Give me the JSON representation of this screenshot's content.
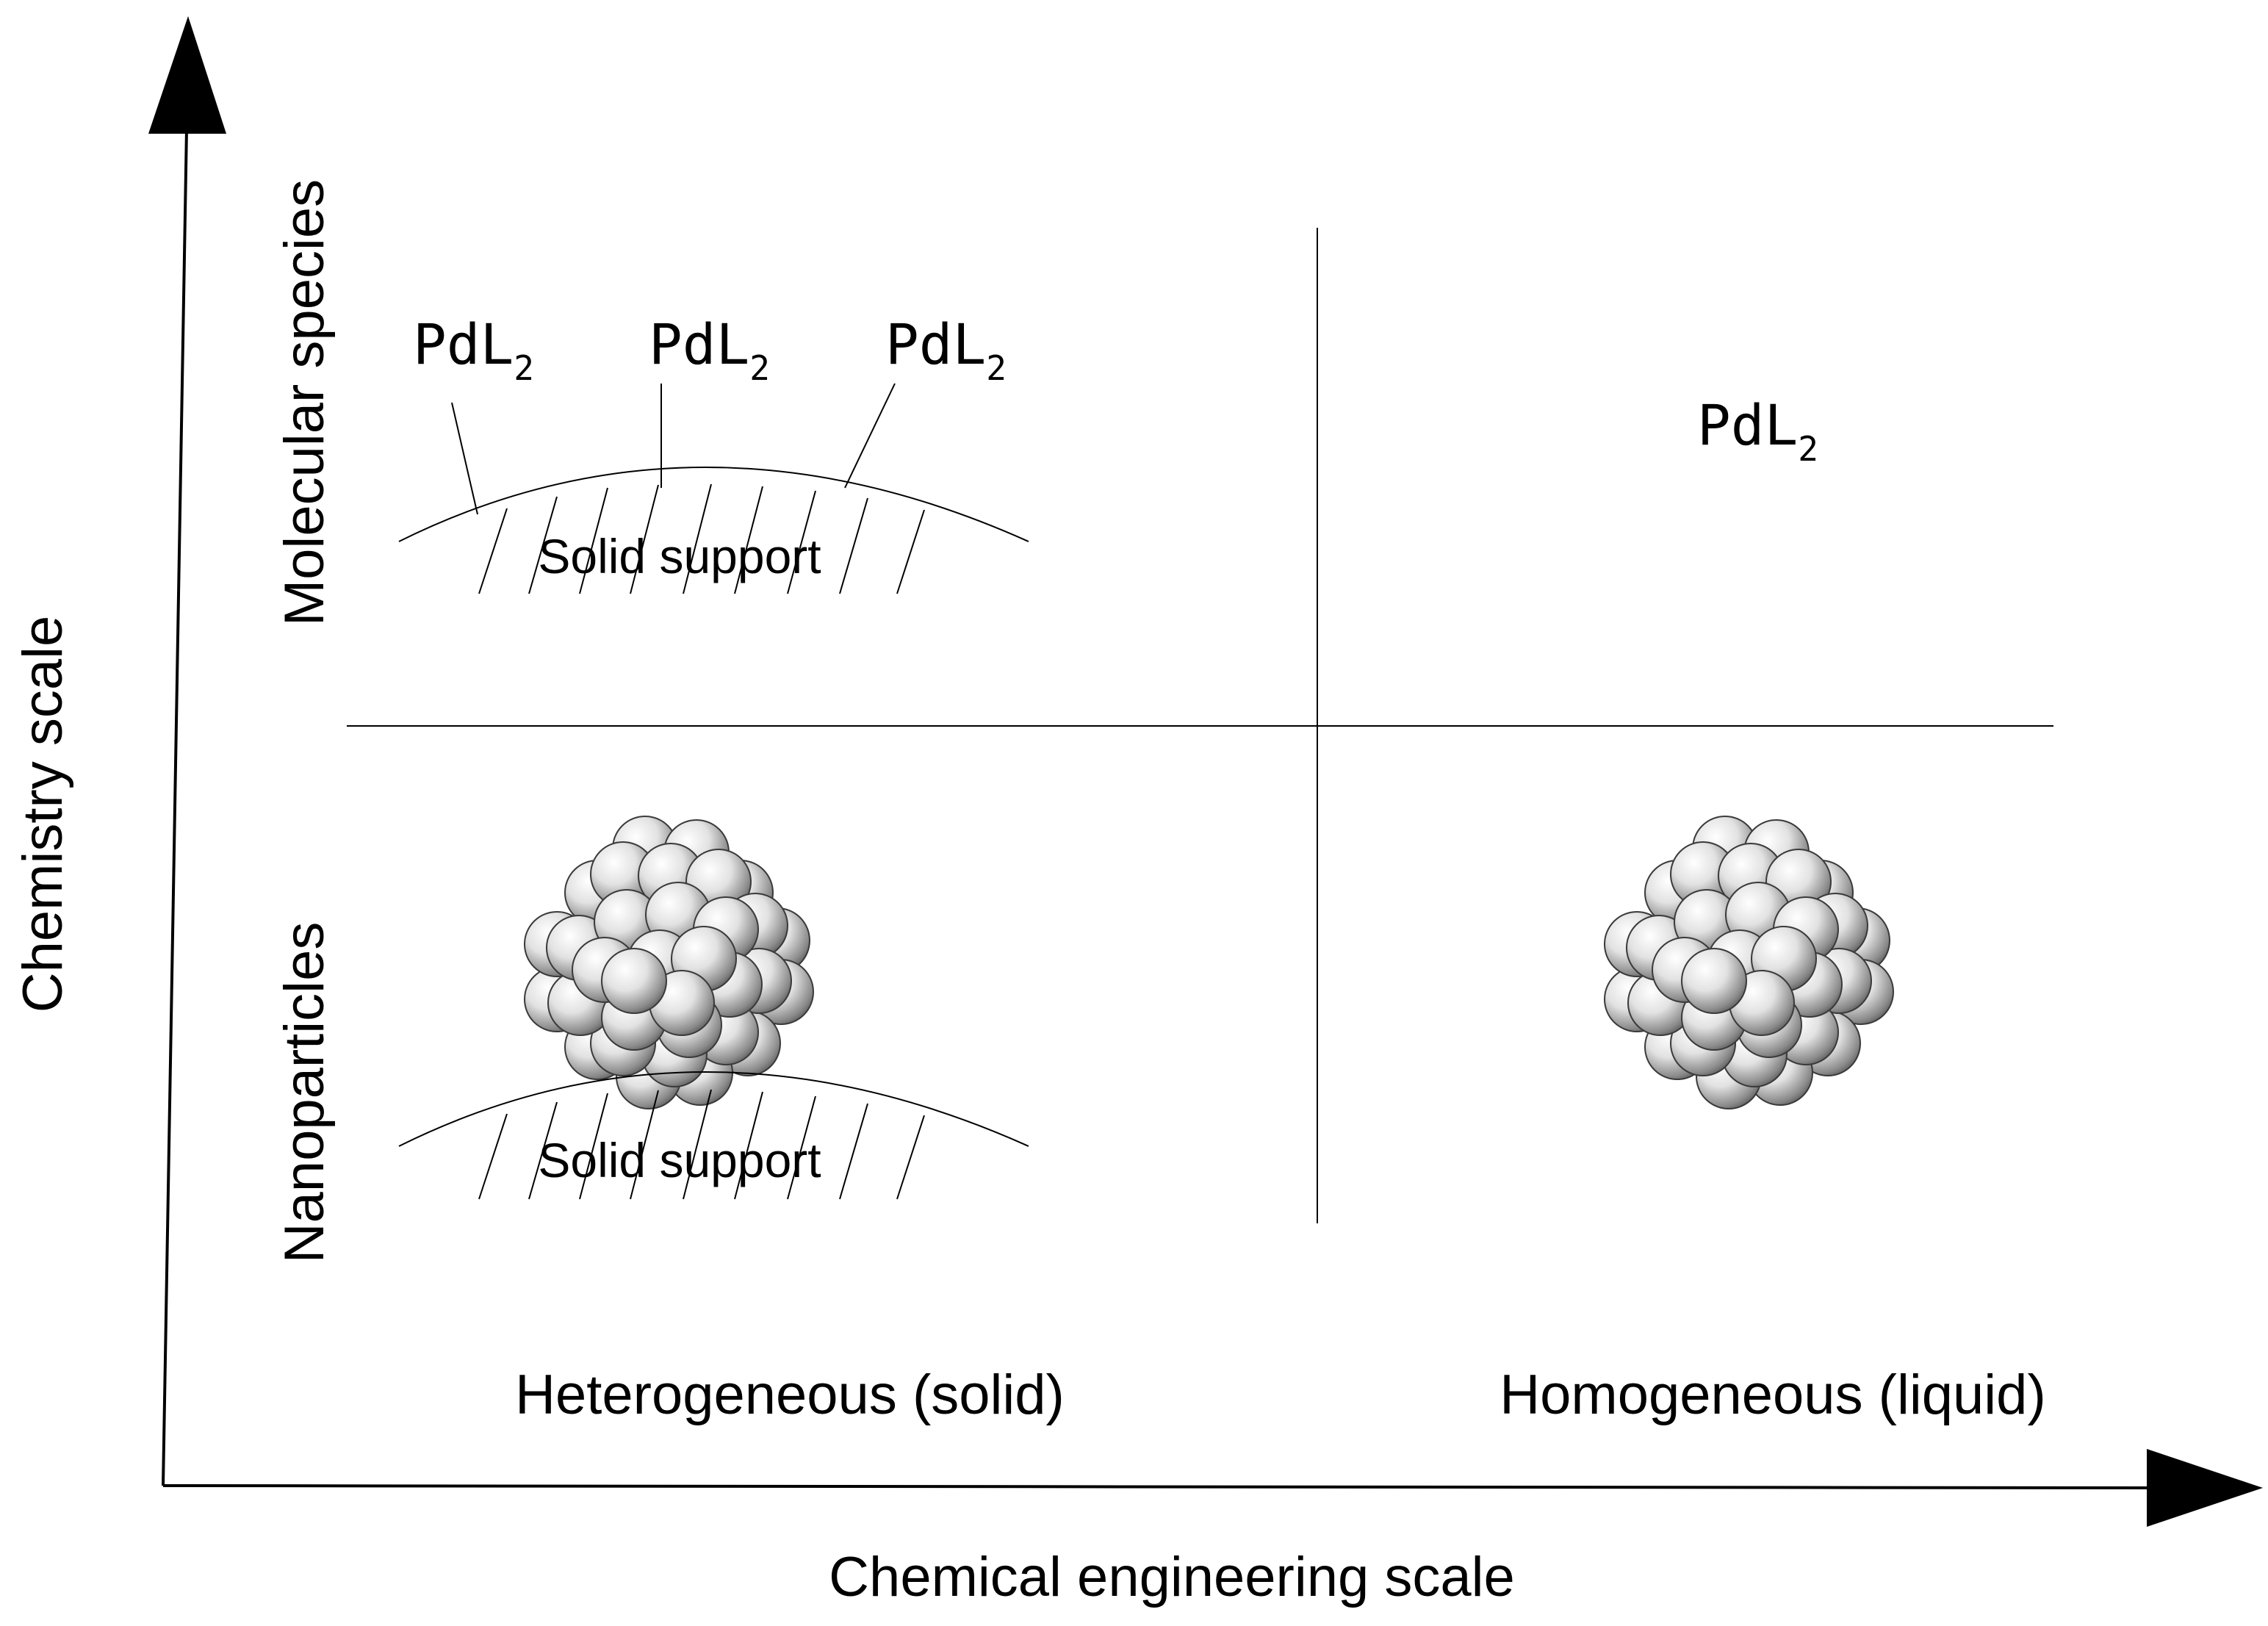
{
  "axes": {
    "x_label": "Chemical engineering scale",
    "y_label": "Chemistry scale"
  },
  "columns": {
    "left": "Heterogeneous (solid)",
    "right": "Homogeneous (liquid)"
  },
  "rows": {
    "top": "Molecular species",
    "bottom": "Nanoparticles"
  },
  "complex": {
    "base": "PdL",
    "subscript": "2"
  },
  "support": {
    "label": "Solid support"
  },
  "colors": {
    "ink": "#000000",
    "sphere_light": "#ffffff",
    "sphere_dark": "#6e6e6e"
  },
  "icons": {
    "nanoparticle": "nanoparticle-cluster-icon"
  }
}
